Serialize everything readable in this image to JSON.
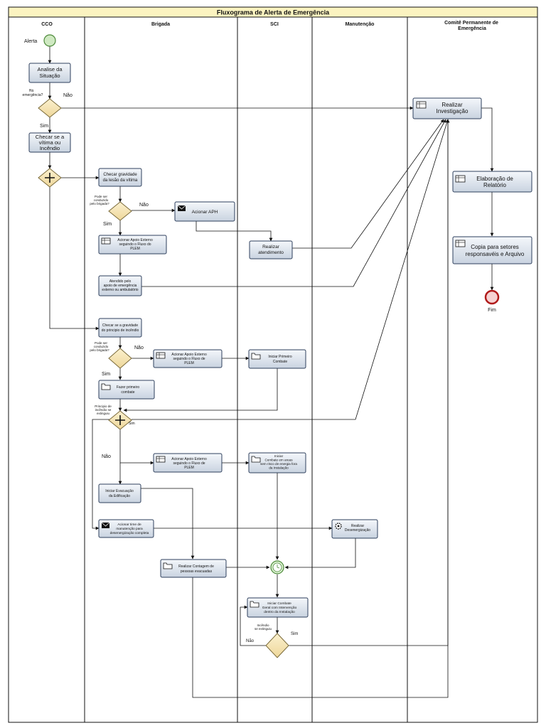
{
  "title": "Fluxograma de Alerta de Emergência",
  "lanes": {
    "cco": "CCO",
    "brigada": "Brigada",
    "sci": "SCI",
    "manutencao": "Manutenção",
    "comite": "Comitê Permanente de Emergência"
  },
  "events": {
    "start": "Alerta",
    "end": "Fim"
  },
  "tasks": {
    "analise": [
      "Analise da",
      "Situação"
    ],
    "checar_vitima": [
      "Checar se a",
      "vítima ou",
      "Incêndio"
    ],
    "checar_gravidade": [
      "Checar gravidade",
      "da lesão da vítima"
    ],
    "acionar_aph": [
      "Acionar APH"
    ],
    "realizar_atendimento": [
      "Realizar",
      "atendimento"
    ],
    "acionar_apoio_1": [
      "Acionar Apoio Externo",
      "seguindo o Fluxo do",
      "PLEM"
    ],
    "atendido_apoio": [
      "Atendido pelo",
      "apoio de emergência",
      "externo ou ambulatório"
    ],
    "realizar_investigacao": [
      "Realizar",
      "Investigação"
    ],
    "elaboracao_relatorio": [
      "Elaboração de",
      "Relatório"
    ],
    "copia_setores": [
      "Copia para setores",
      "responsavéis e Arquivo"
    ],
    "checar_incendio": [
      "Checar se a gravidade",
      "do principio de incêndio"
    ],
    "acionar_apoio_2": [
      "Acionar Apoio Externo",
      "seguindo o Fluxo de",
      "PLEM"
    ],
    "iniciar_primeiro_combate": [
      "Iniciar Primeiro",
      "Combate"
    ],
    "fazer_primeiro_combate": [
      "Fazer primeiro",
      "combate"
    ],
    "acionar_apoio_3": [
      "Acionar Apoio Externo",
      "seguindo o Fluxo de",
      "PLEM"
    ],
    "iniciar_combate_area": [
      "Iniciar",
      "Combate em areas",
      "sem risco de energia fora",
      "da Instalação"
    ],
    "iniciar_evacuacao": [
      "Iniciar Evacuação",
      "da Edificação"
    ],
    "acionar_time": [
      "Acionar time de",
      "manutenção para",
      "desenergização completa"
    ],
    "realizar_desenergizacao": [
      "Realizar",
      "Desenergização"
    ],
    "realizar_contagem": [
      "Realizar Contagem de",
      "pessoas evacuadas"
    ],
    "iniciar_combate_geral": [
      "Iniciar Combate",
      "Geral com Intervenção",
      "dentro da Instalação"
    ]
  },
  "gateway_labels": {
    "ha_emergencia": [
      "Há",
      "emergência?"
    ],
    "pode_ser_1": [
      "Pode ser",
      "conduzido",
      "pelo brigada?"
    ],
    "pode_ser_2": [
      "Pode ser",
      "conduzido",
      "pelo brigada?"
    ],
    "principio_extinguiu": [
      "Principio de",
      "incêndio se",
      "extinguiu"
    ],
    "incendio_extinguiu": [
      "Incêndio",
      "se extinguiu"
    ]
  },
  "flow_labels": {
    "nao": "Não",
    "sim": "Sim"
  },
  "colors": {
    "task_top": "#f4f7fb",
    "task_bottom": "#c9d3e0",
    "task_border": "#2e3f5c",
    "gateway_fill": "#f6e7b4",
    "start_fill": "#cfe9c2",
    "start_stroke": "#4d8a3a",
    "end_fill": "#f6d3d3",
    "end_stroke": "#b01a1a",
    "title_bg": "#fbf3c0"
  }
}
